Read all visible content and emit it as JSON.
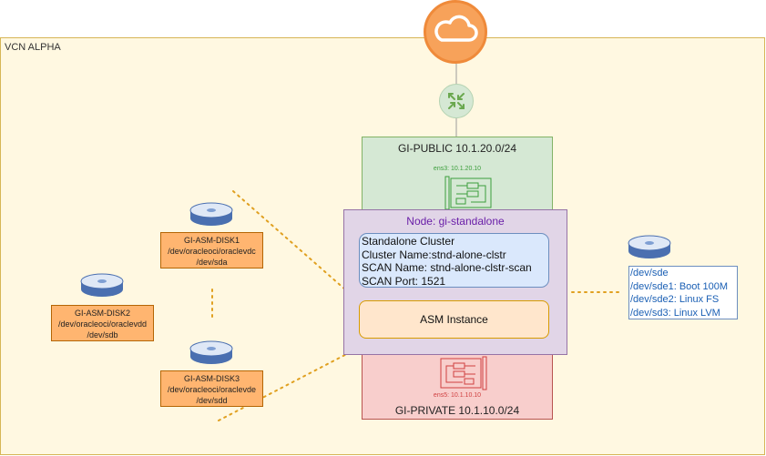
{
  "vcn": {
    "label": "VCN ALPHA"
  },
  "gateway": {
    "cloud_icon": "cloud-icon",
    "router_icon": "router-icon"
  },
  "gi_public": {
    "title": "GI-PUBLIC 10.1.20.0/24",
    "nic_label": "ens3: 10.1.20.10",
    "nic_icon": "network-card-icon"
  },
  "gi_private": {
    "title": "GI-PRIVATE 10.1.10.0/24",
    "nic_label": "ens5: 10.1.10.10",
    "nic_icon": "network-card-icon"
  },
  "node": {
    "title": "Node: gi-standalone",
    "cluster_lines": [
      "Standalone Cluster",
      "Cluster Name:stnd-alone-clstr",
      "SCAN Name: stnd-alone-clstr-scan",
      "SCAN Port: 1521"
    ],
    "asm_label": "ASM Instance"
  },
  "disks": [
    {
      "lines": [
        "GI-ASM-DISK1",
        "/dev/oracleoci/oraclevdc",
        "/dev/sda"
      ]
    },
    {
      "lines": [
        "GI-ASM-DISK2",
        "/dev/oracleoci/oraclevdd",
        "/dev/sdb"
      ]
    },
    {
      "lines": [
        "GI-ASM-DISK3",
        "/dev/oracleoci/oraclevde",
        "/dev/sdd"
      ]
    }
  ],
  "boot_disk": {
    "lines": [
      "/dev/sde",
      "/dev/sde1: Boot 100M",
      "/dev/sde2: Linux FS",
      "/dev/sd3: Linux LVM"
    ]
  },
  "colors": {
    "vcn_fill": "#fff8e1",
    "public_fill": "#d5e8d4",
    "private_fill": "#f8cecc",
    "node_fill": "#e1d5e7",
    "cluster_fill": "#dae8fc",
    "asm_fill": "#ffe6cc",
    "disk_label_fill": "#ffb570",
    "cloud": "#f7a25a",
    "link_dotted": "#e0a020"
  }
}
